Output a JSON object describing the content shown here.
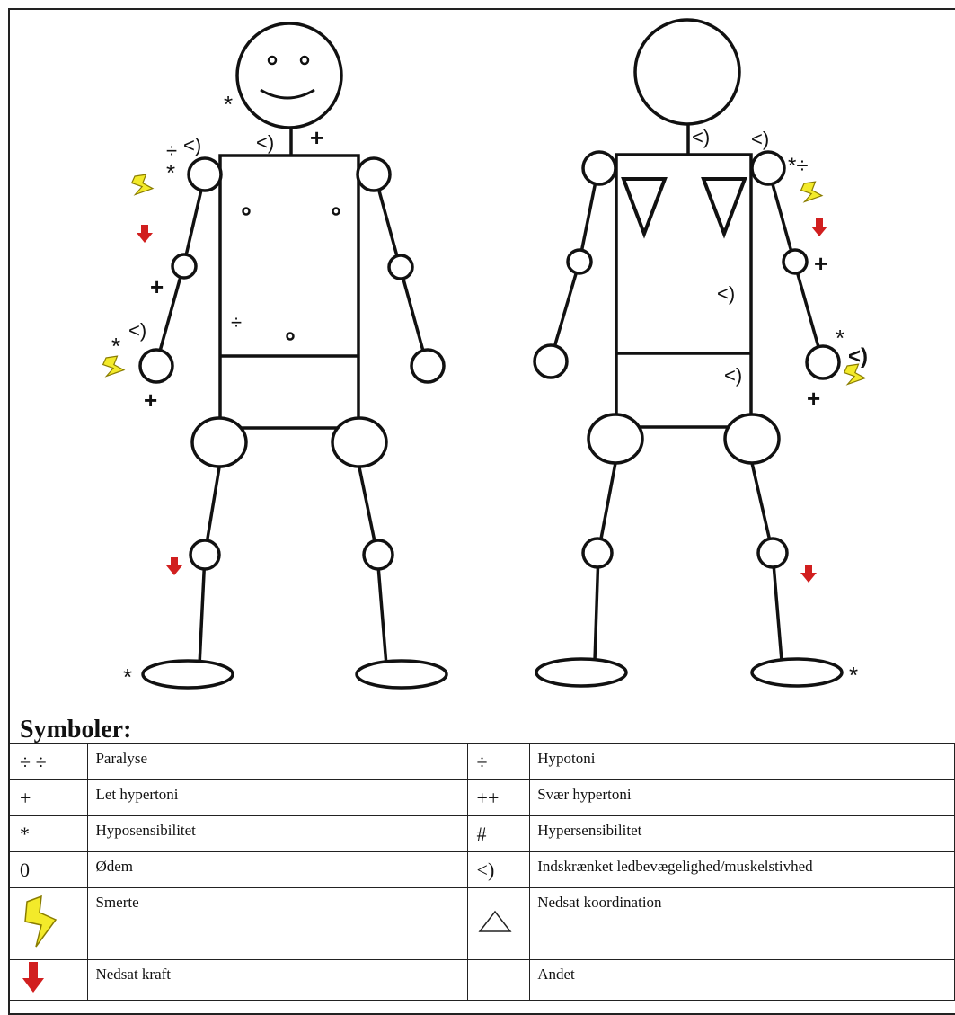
{
  "figures": {
    "left_marks": {
      "neck_limit": "<)",
      "neck_plus": "+",
      "head_star": "*",
      "shoulder_div": "÷",
      "shoulder_limit": "<)",
      "shoulder_star": "*",
      "elbow_plus": "+",
      "wrist_limit": "<)",
      "wrist_star": "*",
      "hand_plus": "+",
      "chest_div": "÷",
      "foot_star": "*",
      "nipple_marks": [
        "o",
        "o"
      ],
      "belly_mark": "o"
    },
    "right_marks": {
      "neck_limit": "<)",
      "shoulder_limit": "<)",
      "shoulder_star_div": "*÷",
      "elbow_plus": "+",
      "chest_limit": "<)",
      "hip_limit": "<)",
      "wrist_star": "*",
      "wrist_limit": "<)",
      "hand_plus": "+",
      "foot_star": "*"
    }
  },
  "legend": {
    "title": "Symboler:",
    "rows": [
      {
        "sym1": "÷ ÷",
        "desc1": "Paralyse",
        "sym2": "÷",
        "desc2": "Hypotoni"
      },
      {
        "sym1": "+",
        "desc1": "Let hypertoni",
        "sym2": "++",
        "desc2": "Svær hypertoni"
      },
      {
        "sym1": "*",
        "desc1": "Hyposensibilitet",
        "sym2": "#",
        "desc2": "Hypersensibilitet"
      },
      {
        "sym1": "0",
        "desc1": "Ødem",
        "sym2": "<)",
        "desc2": "Indskrænket ledbevægelighed/muskelstivhed"
      },
      {
        "sym1": "lightning-icon",
        "desc1": "Smerte",
        "sym2": "triangle-icon",
        "desc2": "Nedsat koordination"
      },
      {
        "sym1": "red-arrow-icon",
        "desc1": "Nedsat kraft",
        "sym2": "",
        "desc2": "Andet"
      }
    ]
  },
  "colors": {
    "arrow": "#d11f1f",
    "lightning": "#f3ea2a",
    "lightning_stroke": "#8a7d00",
    "line": "#111111"
  }
}
